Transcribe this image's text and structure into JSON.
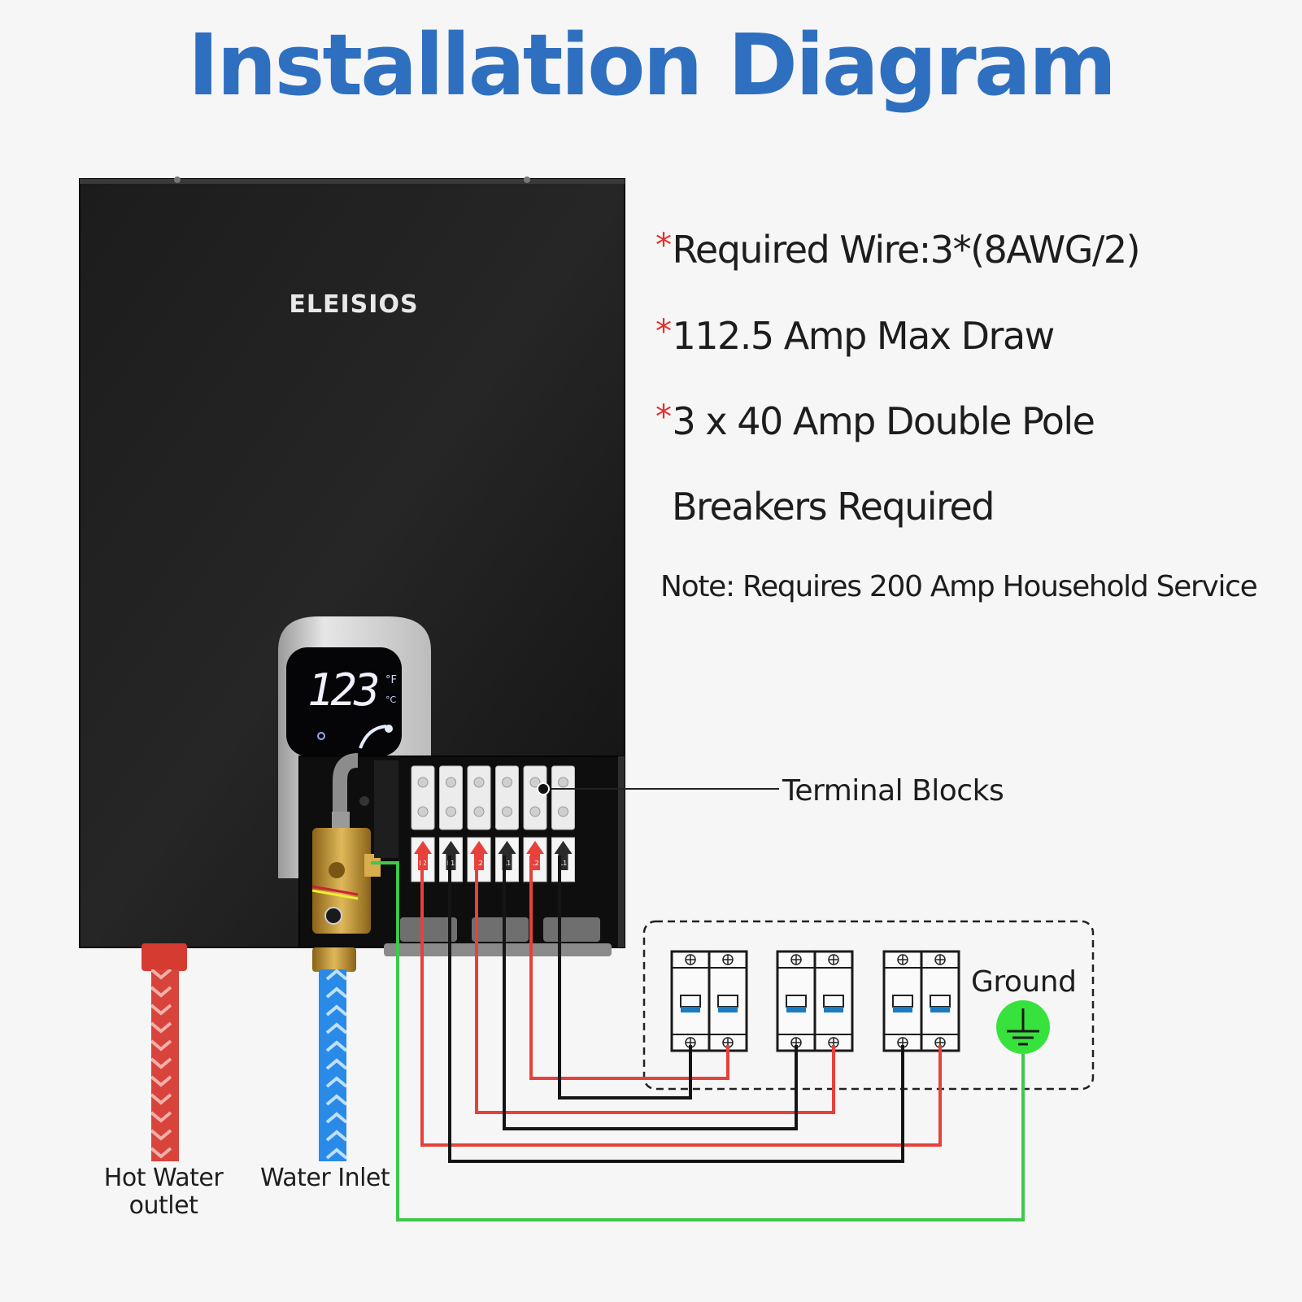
{
  "title": "Installation Diagram",
  "brand": "ELEISIOS",
  "display": {
    "temperature": "123",
    "unit_f": "°F",
    "unit_c": "°C"
  },
  "specs": [
    {
      "star": "*",
      "text": "Required Wire:3*(8AWG/2)"
    },
    {
      "star": "*",
      "text": "112.5 Amp Max Draw"
    },
    {
      "star": "*",
      "text": "3 x 40 Amp Double Pole"
    },
    {
      "star": "",
      "text": "Breakers Required"
    }
  ],
  "note": "Note: Requires 200 Amp Household Service",
  "labels": {
    "terminal_blocks": "Terminal Blocks",
    "ground": "Ground",
    "hot_water_line1": "Hot Water",
    "hot_water_line2": "outlet",
    "water_inlet": "Water Inlet"
  },
  "terminal_labels": [
    "L2",
    "L1",
    "L2",
    "L1",
    "L2",
    "L1"
  ],
  "colors": {
    "title": "#2f6fc0",
    "red_wire": "#e8403a",
    "black_wire": "#151515",
    "green_wire": "#3ec94a",
    "hot_hose": "#d8433c",
    "cold_hose": "#2a8ae8",
    "heater_body": "#151515"
  }
}
